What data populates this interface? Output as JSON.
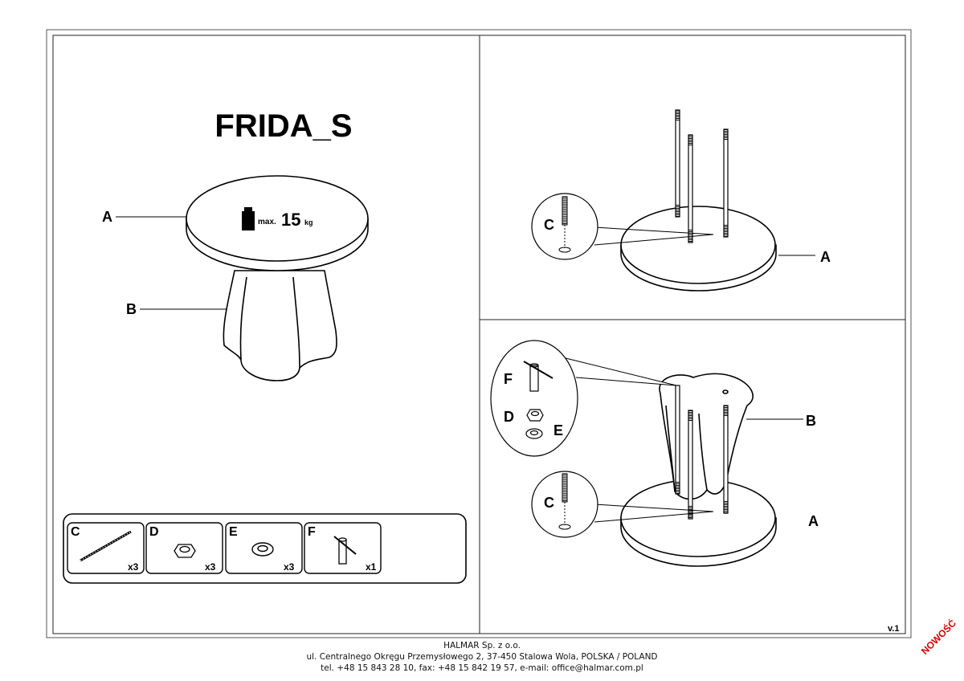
{
  "document": {
    "title": "FRIDA_S",
    "version": "v.1",
    "max_load": {
      "prefix": "max.",
      "value": "15",
      "unit": "kg"
    }
  },
  "parts_labels": {
    "table_top": "A",
    "base": "B",
    "threaded_rod": "C",
    "nut": "D",
    "washer": "E",
    "key": "F"
  },
  "parts_box": [
    {
      "letter": "C",
      "qty": "x3",
      "icon": "threaded-rod-icon"
    },
    {
      "letter": "D",
      "qty": "x3",
      "icon": "hex-nut-icon"
    },
    {
      "letter": "E",
      "qty": "x3",
      "icon": "washer-icon"
    },
    {
      "letter": "F",
      "qty": "x1",
      "icon": "socket-key-icon"
    }
  ],
  "footer": {
    "company": "HALMAR Sp. z o.o.",
    "address": "ul. Centralnego Okręgu Przemysłowego 2, 37-450 Stalowa Wola, POLSKA / POLAND",
    "contact": "tel. +48 15 843 28 10, fax: +48 15 842 19 57, e-mail: office@halmar.com.pl"
  },
  "stamp": "NOWOŚĆ",
  "colors": {
    "line": "#000000",
    "stamp": "#d40000",
    "background": "#ffffff"
  }
}
